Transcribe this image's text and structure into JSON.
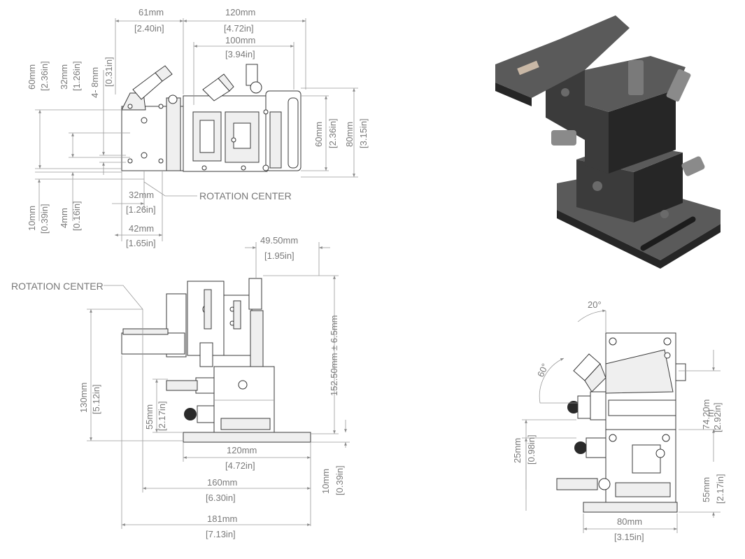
{
  "drawing": {
    "top_view": {
      "dims": {
        "w61": {
          "mm": "61mm",
          "in": "2.40in"
        },
        "w120": {
          "mm": "120mm",
          "in": "4.72in"
        },
        "w100": {
          "mm": "100mm",
          "in": "3.94in"
        },
        "h60": {
          "mm": "60mm",
          "in": "2.36in"
        },
        "h32": {
          "mm": "32mm",
          "in": "1.26in"
        },
        "h8": {
          "mm": "4- 8mm",
          "in": "0.31in"
        },
        "r60": {
          "mm": "60mm",
          "in": "2.36in"
        },
        "r80": {
          "mm": "80mm",
          "in": "3.15in"
        },
        "b32": {
          "mm": "32mm",
          "in": "1.26in"
        },
        "b42": {
          "mm": "42mm",
          "in": "1.65in"
        },
        "v10": {
          "mm": "10mm",
          "in": "0.39in"
        },
        "v4": {
          "mm": "4mm",
          "in": "0.16in"
        }
      },
      "rotation_label": "ROTATION CENTER"
    },
    "front_view": {
      "rotation_label": "ROTATION CENTER",
      "dims": {
        "t49": {
          "mm": "49.50mm",
          "in": "1.95in"
        },
        "h152": {
          "text": "152.50mm ± 6.5mm"
        },
        "h130": {
          "mm": "130mm",
          "in": "5.12in"
        },
        "h55": {
          "mm": "55mm",
          "in": "2.17in"
        },
        "w120": {
          "mm": "120mm",
          "in": "4.72in"
        },
        "w160": {
          "mm": "160mm",
          "in": "6.30in"
        },
        "w181": {
          "mm": "181mm",
          "in": "7.13in"
        },
        "v10": {
          "mm": "10mm",
          "in": "0.39in"
        }
      }
    },
    "side_view": {
      "angle20": "20°",
      "angle60": "60°",
      "dims": {
        "h25": {
          "mm": "25mm",
          "in": "0.98in"
        },
        "h74": {
          "mm": "74.20m",
          "in": "2.92in",
          "extra": "m"
        },
        "h55": {
          "mm": "55mm",
          "in": "2.17in"
        },
        "w80": {
          "mm": "80mm",
          "in": "3.15in"
        }
      }
    }
  }
}
